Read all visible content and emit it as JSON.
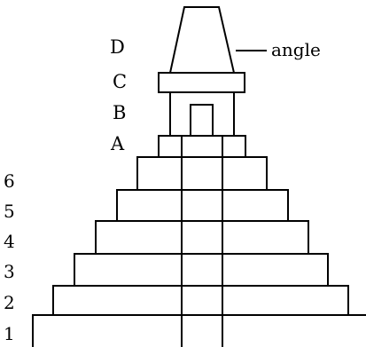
{
  "diagram": {
    "tier_labels": {
      "t1": "1",
      "t2": "2",
      "t3": "3",
      "t4": "4",
      "t5": "5",
      "t6": "6"
    },
    "upper_labels": {
      "a": "A",
      "b": "B",
      "c": "C",
      "d": "D"
    },
    "callout_label": "angle",
    "stroke_color": "#000000",
    "background_color": "#ffffff"
  }
}
